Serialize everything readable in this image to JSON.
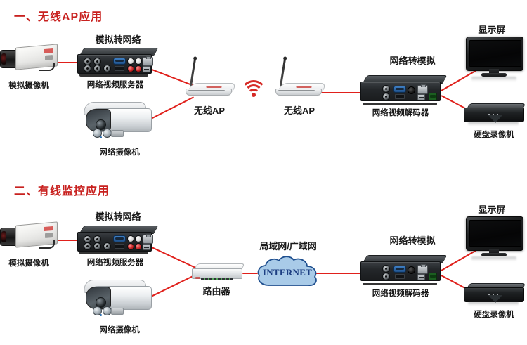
{
  "page": {
    "background": "#ffffff",
    "accent_red": "#c8211f",
    "wire_red": "#e0201b",
    "cloud_fill": "#a9cbe8",
    "cloud_stroke": "#1f4f8f",
    "cloud_text_color": "#1d3f82"
  },
  "sections": [
    {
      "id": "wireless",
      "title": "一、无线AP应用",
      "group_labels": {
        "analog_to_network": "模拟转网络",
        "network_to_analog": "网络转模拟"
      },
      "devices": [
        {
          "key": "analog_camera",
          "label": "模拟摄像机",
          "icon": "analog-box-camera-icon"
        },
        {
          "key": "video_server",
          "label": "网络视频服务器",
          "icon": "network-video-server-icon"
        },
        {
          "key": "ip_camera",
          "label": "网络摄像机",
          "icon": "bullet-ip-camera-icon"
        },
        {
          "key": "ap_left",
          "label": "无线AP",
          "icon": "wireless-ap-icon"
        },
        {
          "key": "ap_right",
          "label": "无线AP",
          "icon": "wireless-ap-icon"
        },
        {
          "key": "video_decoder",
          "label": "网络视频解码器",
          "icon": "network-video-decoder-icon"
        },
        {
          "key": "monitor",
          "label": "显示屏",
          "icon": "monitor-icon"
        },
        {
          "key": "dvr",
          "label": "硬盘录像机",
          "icon": "dvr-icon"
        }
      ],
      "wifi_icon": "wifi-signal-icon"
    },
    {
      "id": "wired",
      "title": "二、有线监控应用",
      "group_labels": {
        "analog_to_network": "模拟转网络",
        "network_to_analog": "网络转模拟"
      },
      "devices": [
        {
          "key": "analog_camera",
          "label": "模拟摄像机",
          "icon": "analog-box-camera-icon"
        },
        {
          "key": "video_server",
          "label": "网络视频服务器",
          "icon": "network-video-server-icon"
        },
        {
          "key": "ip_camera",
          "label": "网络摄像机",
          "icon": "bullet-ip-camera-icon"
        },
        {
          "key": "router",
          "label": "路由器",
          "icon": "router-icon"
        },
        {
          "key": "cloud",
          "label": "局域网/广域网",
          "icon": "cloud-icon",
          "inner_text": "INTERNET"
        },
        {
          "key": "video_decoder",
          "label": "网络视频解码器",
          "icon": "network-video-decoder-icon"
        },
        {
          "key": "monitor",
          "label": "显示屏",
          "icon": "monitor-icon"
        },
        {
          "key": "dvr",
          "label": "硬盘录像机",
          "icon": "dvr-icon"
        }
      ]
    }
  ]
}
